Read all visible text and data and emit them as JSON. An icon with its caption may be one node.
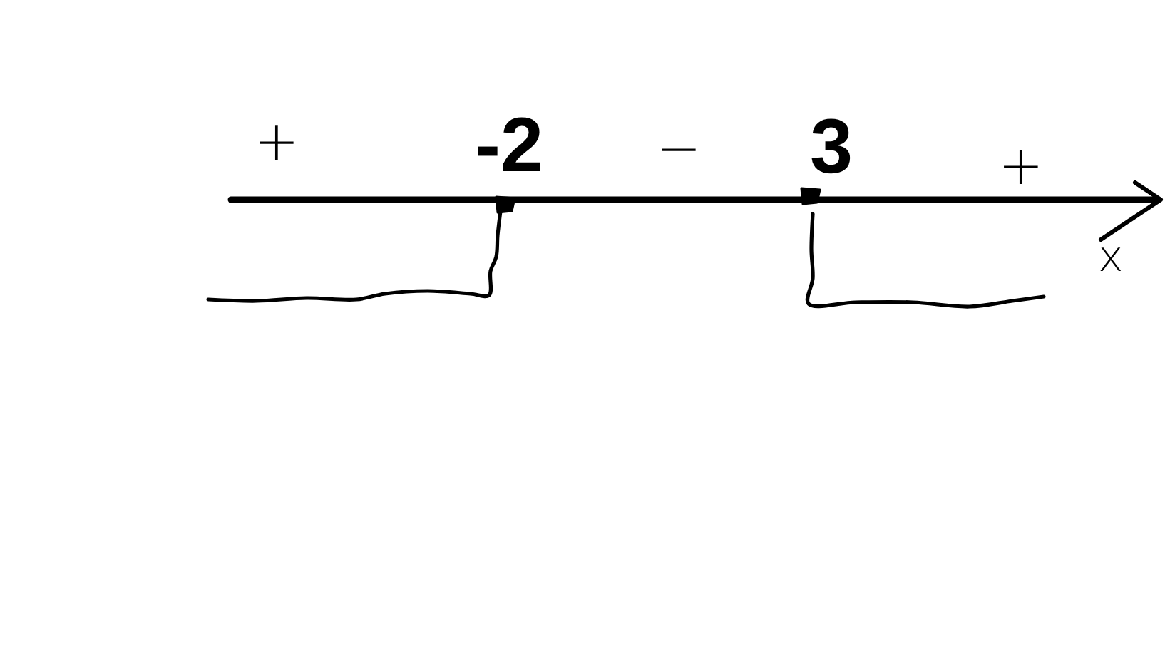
{
  "diagram": {
    "labels": [
      "+",
      "-2",
      "−",
      "3",
      "+",
      "x"
    ]
  }
}
